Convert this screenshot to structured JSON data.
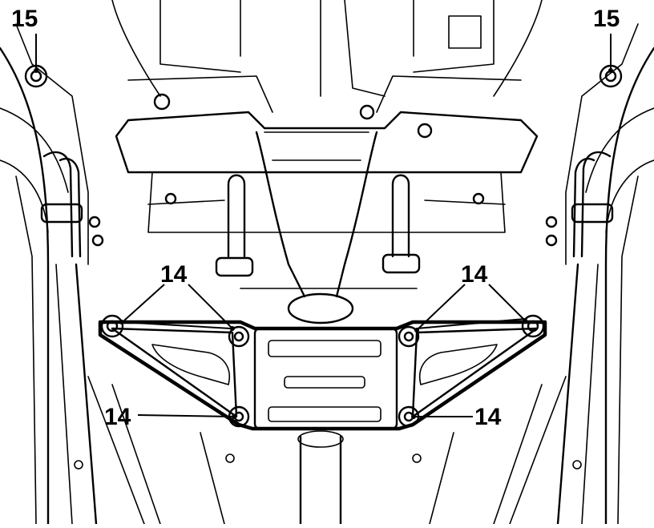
{
  "diagram": {
    "callouts": {
      "top_left": "15",
      "top_right": "15",
      "upper_left": "14",
      "upper_right": "14",
      "lower_left": "14",
      "lower_right": "14"
    },
    "colors": {
      "ink": "#000000",
      "paper": "#ffffff"
    }
  }
}
